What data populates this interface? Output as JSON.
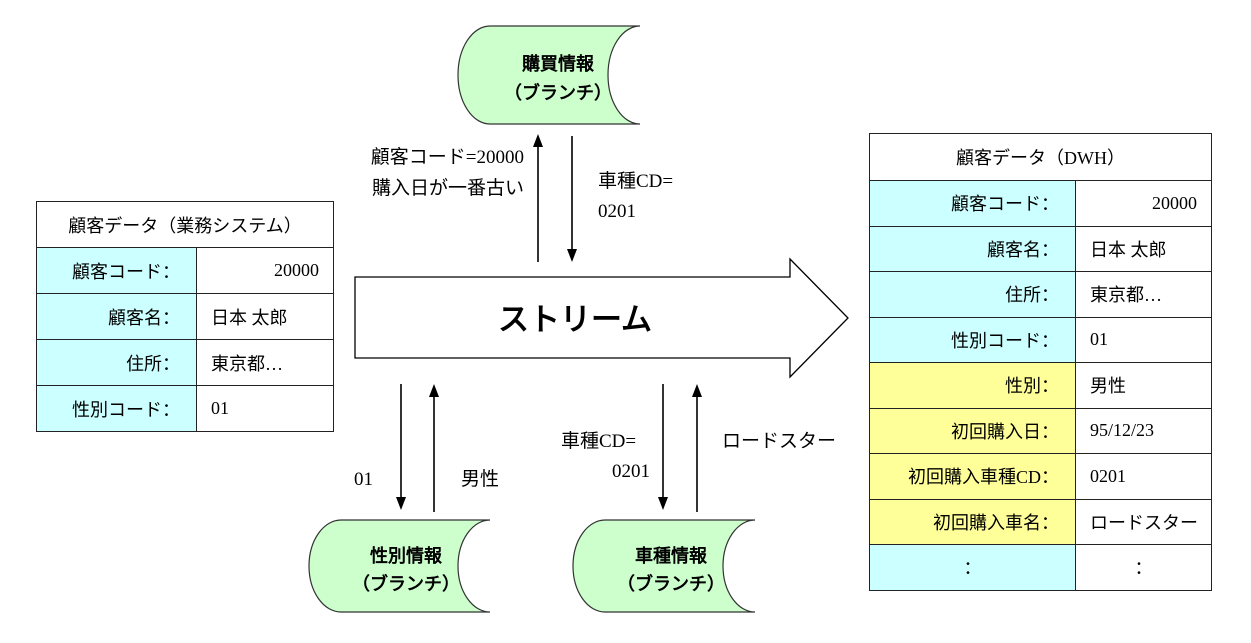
{
  "source_table": {
    "title": "顧客データ（業務システム）",
    "rows": [
      {
        "label": "顧客コード：",
        "value": "20000"
      },
      {
        "label": "顧客名：",
        "value": "日本 太郎"
      },
      {
        "label": "住所：",
        "value": "東京都…"
      },
      {
        "label": "性別コード：",
        "value": "01"
      }
    ]
  },
  "stream": {
    "label": "ストリーム"
  },
  "branches": {
    "purchase": {
      "name": "購買情報",
      "type": "（ブランチ）"
    },
    "gender": {
      "name": "性別情報",
      "type": "（ブランチ）"
    },
    "car_model": {
      "name": "車種情報",
      "type": "（ブランチ）"
    }
  },
  "flows": {
    "to_purchase": [
      "顧客コード=20000",
      "購入日が一番古い"
    ],
    "from_purchase": [
      "車種CD=",
      "0201"
    ],
    "to_gender": "01",
    "from_gender": "男性",
    "to_car_model": [
      "車種CD=",
      "0201"
    ],
    "from_car_model": "ロードスター"
  },
  "dwh_table": {
    "title": "顧客データ（DWH）",
    "rows": [
      {
        "label": "顧客コード：",
        "value": "20000"
      },
      {
        "label": "顧客名：",
        "value": "日本 太郎"
      },
      {
        "label": "住所：",
        "value": "東京都…"
      },
      {
        "label": "性別コード：",
        "value": "01"
      },
      {
        "label": "性別：",
        "value": "男性"
      },
      {
        "label": "初回購入日：",
        "value": "95/12/23"
      },
      {
        "label": "初回購入車種CD：",
        "value": "0201"
      },
      {
        "label": "初回購入車名：",
        "value": "ロードスター"
      },
      {
        "label": "：",
        "value": "："
      }
    ]
  },
  "colors": {
    "cyan": "#CCFFFF",
    "yellow": "#FFFF99",
    "green": "#CCFFCC"
  }
}
